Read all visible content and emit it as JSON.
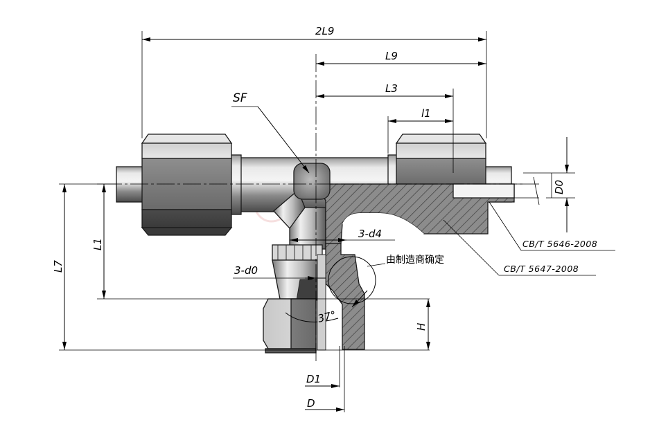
{
  "dimensions": {
    "two_l9": "2L9",
    "l9": "L9",
    "l3": "L3",
    "l1_small": "l1",
    "sf": "SF",
    "d0_right": "D0",
    "big_l1": "L1",
    "l7": "L7",
    "h": "H",
    "three_d4": "3-d4",
    "three_d0": "3-d0",
    "d1": "D1",
    "d": "D",
    "angle": "37°"
  },
  "notes": {
    "manufacturer": "由制造商确定",
    "standard_1": "CB/T 5646-2008",
    "standard_2": "CB/T 5647-2008"
  },
  "colors": {
    "hatch": "#555555",
    "hatch_bg": "#8c8c8c",
    "steel_light": "#e6e6e6",
    "steel_dark": "#3c3c3c"
  }
}
